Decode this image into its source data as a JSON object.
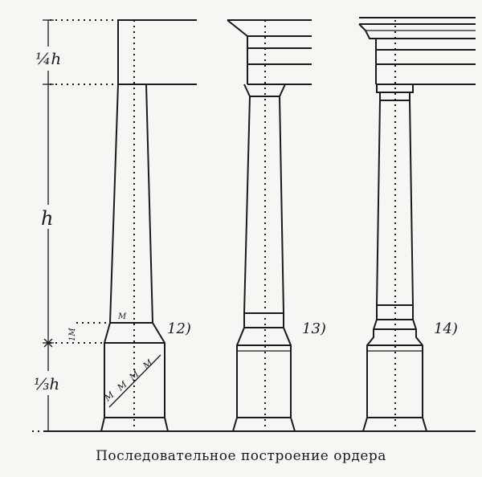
{
  "dimensions": {
    "quarter_h": "¼h",
    "h": "h",
    "third_h": "⅓h",
    "module": "M",
    "module_small": "1M"
  },
  "figures": [
    {
      "label": "12)"
    },
    {
      "label": "13)"
    },
    {
      "label": "14)"
    }
  ],
  "caption": "Последовательное построение ордера"
}
